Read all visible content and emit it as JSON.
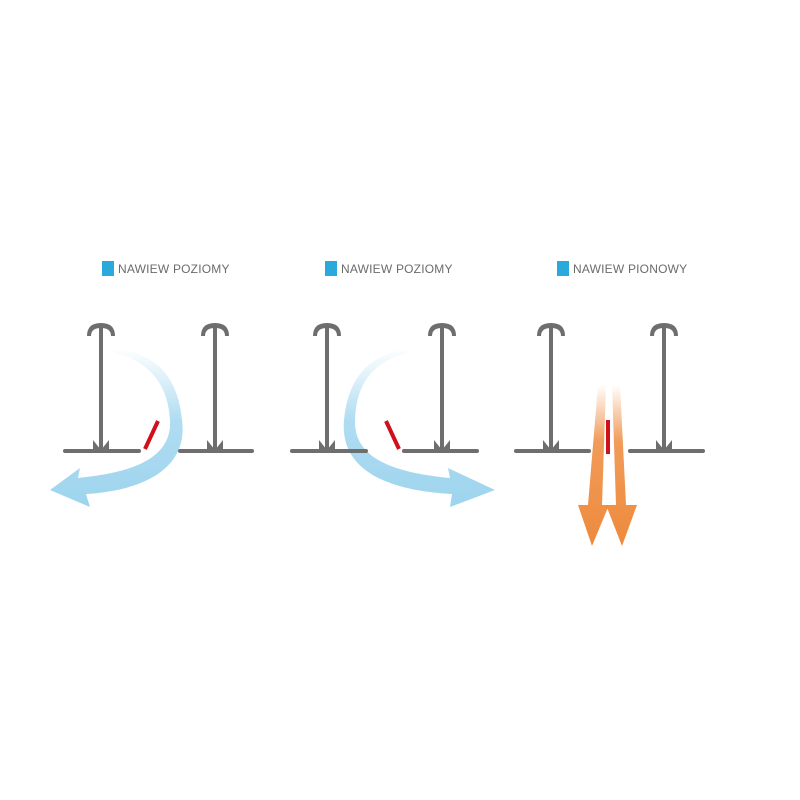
{
  "panels": [
    {
      "label": "NAWIEW POZIOMY",
      "flow": "horizontal-left"
    },
    {
      "label": "NAWIEW POZIOMY",
      "flow": "horizontal-right"
    },
    {
      "label": "NAWIEW PIONOWY",
      "flow": "vertical-down"
    }
  ],
  "colors": {
    "legend": "#29a9dc",
    "cold_air": "#9dd4ee",
    "warm_air": "#ee8a3c",
    "damper": "#d0101c",
    "structure": "#6e6e6e"
  }
}
